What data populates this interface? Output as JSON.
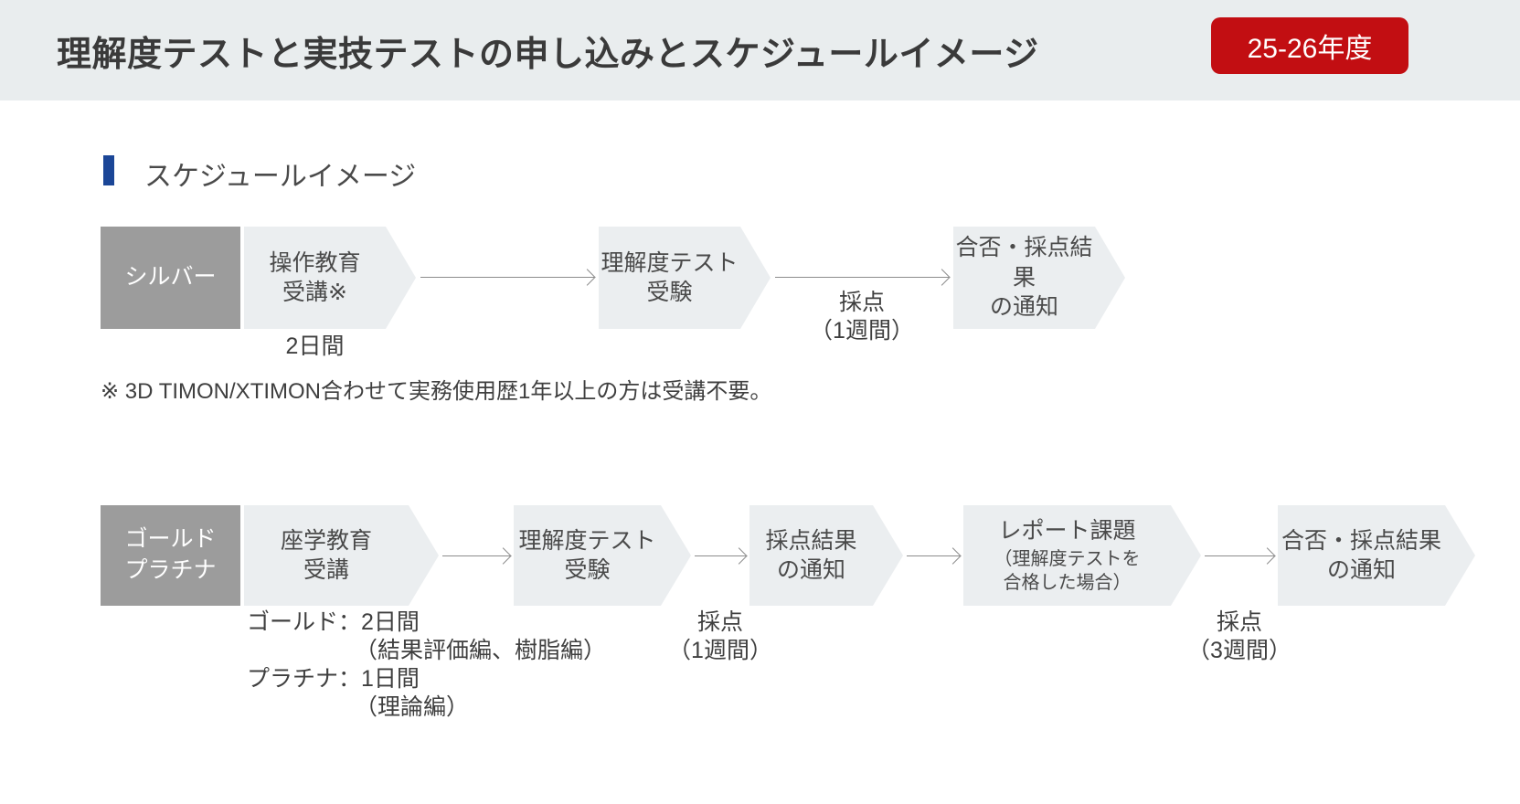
{
  "page": {
    "title": "理解度テストと実技テストの申し込みとスケジュールイメージ",
    "year_badge": "25-26年度"
  },
  "section": {
    "heading": "スケジュールイメージ"
  },
  "colors": {
    "header_bg": "#e9edee",
    "badge_red": "#c20e12",
    "accent_blue": "#1b4697",
    "track_box_gray": "#9c9c9c",
    "chevron_fill": "#ebeef0",
    "arrow_gray": "#8c8c8c",
    "text_dark": "#3f3f3f"
  },
  "silver_flow": {
    "track_label": "シルバー",
    "step1": "操作教育\n受講※",
    "step1_duration": "2日間",
    "step2": "理解度テスト\n受験",
    "arrow2_label": "採点\n（1週間）",
    "step3": "合否・採点結果\nの通知",
    "footnote": "※ 3D TIMON/XTIMON合わせて実務使用歴1年以上の方は受講不要。"
  },
  "gold_flow": {
    "track_label": "ゴールド\nプラチナ",
    "step1": "座学教育\n受講",
    "step2": "理解度テスト\n受験",
    "arrow2_label": "採点\n（1週間）",
    "step3": "採点結果\nの通知",
    "step4_title": "レポート課題",
    "step4_sub": "（理解度テストを\n合格した場合）",
    "arrow4_label": "採点\n（3週間）",
    "step5": "合否・採点結果\nの通知",
    "duration_lines": [
      "ゴールド：2日間",
      "（結果評価編、樹脂編）",
      "プラチナ：1日間",
      "（理論編）"
    ]
  }
}
